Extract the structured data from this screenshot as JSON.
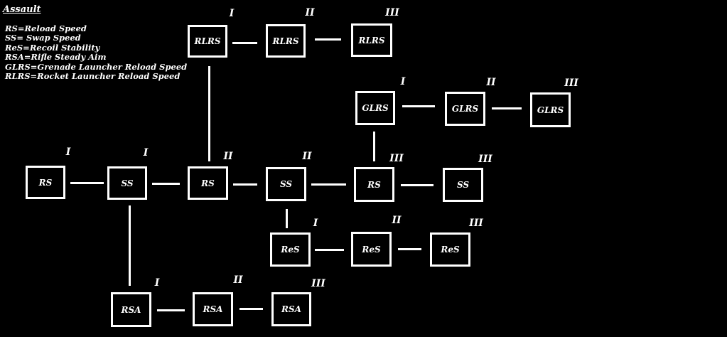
{
  "title": "Assault",
  "legend": [
    "RS=Reload Speed",
    "SS= Swap Speed",
    "ReS=Recoil Stability",
    "RSA=Rifle Steady Aim",
    "GLRS=Grenade Launcher Reload Speed",
    "RLRS=Rocket Launcher Reload Speed"
  ],
  "nodes": {
    "rlrs1": {
      "label": "RLRS",
      "tier": "I"
    },
    "rlrs2": {
      "label": "RLRS",
      "tier": "II"
    },
    "rlrs3": {
      "label": "RLRS",
      "tier": "III"
    },
    "glrs1": {
      "label": "GLRS",
      "tier": "I"
    },
    "glrs2": {
      "label": "GLRS",
      "tier": "II"
    },
    "glrs3": {
      "label": "GLRS",
      "tier": "III"
    },
    "rs1": {
      "label": "RS",
      "tier": "I"
    },
    "ss1": {
      "label": "SS",
      "tier": "I"
    },
    "rs2": {
      "label": "RS",
      "tier": "II"
    },
    "ss2": {
      "label": "SS",
      "tier": "II"
    },
    "rs3": {
      "label": "RS",
      "tier": "III"
    },
    "ss3": {
      "label": "SS",
      "tier": "III"
    },
    "res1": {
      "label": "ReS",
      "tier": "I"
    },
    "res2": {
      "label": "ReS",
      "tier": "II"
    },
    "res3": {
      "label": "ReS",
      "tier": "III"
    },
    "rsa1": {
      "label": "RSA",
      "tier": "I"
    },
    "rsa2": {
      "label": "RSA",
      "tier": "II"
    },
    "rsa3": {
      "label": "RSA",
      "tier": "III"
    }
  }
}
